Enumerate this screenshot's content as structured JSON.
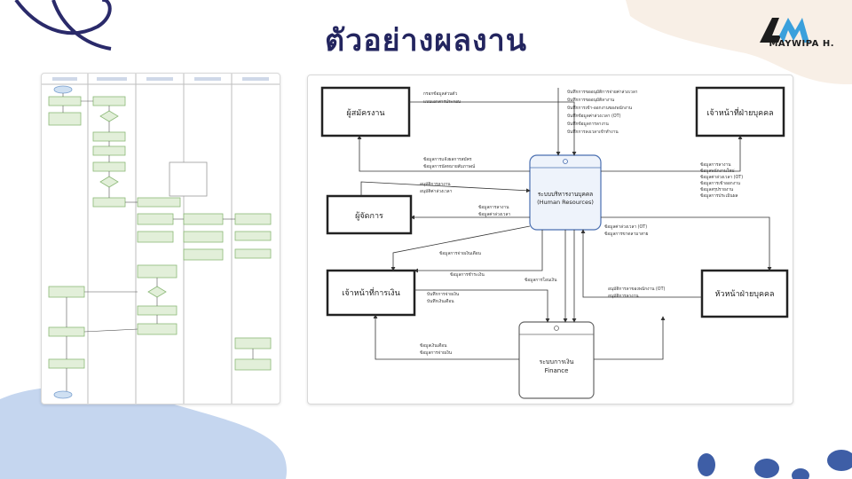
{
  "slide": {
    "title": "ตัวอย่างผลงาน",
    "brand": {
      "name": "MAYWIPA H.",
      "logo": "AM-logo",
      "colors": {
        "dark": "#1c1c1c",
        "accent": "#3aa0dc"
      }
    }
  },
  "colors": {
    "title": "#23255f",
    "blob_peach": "#f8efe6",
    "blob_blue": "#c5d6ef",
    "dots_blue": "#3e5ea6",
    "swoosh": "#2a2a6a",
    "flow_box": "#e2efd9",
    "flow_box_border": "#8cb978"
  },
  "dfd": {
    "center_process": {
      "line1": "ระบบบริหารงานบุคคล",
      "line2": "(Human Resources)"
    },
    "finance_process": {
      "line1": "ระบบการเงิน",
      "line2": "Finance"
    },
    "entities": {
      "top_left": "ผู้สมัครงาน",
      "top_right": "เจ้าหน้าที่ฝ่ายบุคคล",
      "mid_left": "ผู้จัดการ",
      "bottom_left": "เจ้าหน้าที่การเงิน",
      "bottom_right": "หัวหน้าฝ่ายบุคคล"
    },
    "flow_labels": {
      "top_list": [
        "บันทึกการขออนุมัติการจ่ายค่าล่วงเวลา",
        "บันทึกการขออนุมัติลางาน",
        "บันทึกการเข้า-ออกงานของพนักงาน",
        "บันทึกข้อมูลค่าล่วงเวลา (OT)",
        "บันทึกข้อมูลการลางาน",
        "บันทึกการลงเวลาเข้าทำงาน"
      ],
      "applicant_in": [
        "กรอกข้อมูลส่วนตัว",
        "แนบเอกสารประกอบ"
      ],
      "applicant_out": [
        "ข้อมูลการแจ้งผลการสมัคร",
        "ข้อมูลการนัดหมายสัมภาษณ์"
      ],
      "manager_in": [
        "อนุมัติการลางาน",
        "อนุมัติค่าล่วงเวลา"
      ],
      "manager_out": [
        "ข้อมูลการลางาน",
        "ข้อมูลค่าล่วงเวลา"
      ],
      "hr_staff_in": [
        "ข้อมูลการลางาน",
        "ข้อมูลพนักงานใหม่",
        "ข้อมูลค่าล่วงเวลา (OT)",
        "ข้อมูลการเข้าออกงาน",
        "ข้อมูลสรุปรายงาน",
        "ข้อมูลการประเมินผล"
      ],
      "to_finance": [
        "ข้อมูลค่าล่วงเวลา (OT)",
        "ข้อมูลการขาดลามาสาย"
      ],
      "finance_staff_in": [
        "ข้อมูลการจ่ายเงินเดือน"
      ],
      "finance_staff_out": [
        "บันทึกการจ่ายเงิน",
        "บันทึกเงินเดือน"
      ],
      "hr_head_in": [
        "อนุมัติการลาของพนักงาน (OT)",
        "อนุมัติการลางาน"
      ],
      "finance_out": [
        "ข้อมูลเงินเดือน",
        "ข้อมูลการจ่ายเงิน"
      ],
      "finance_to_staff": [
        "ข้อมูลการชำระเงิน",
        "ข้อมูลการโอนเงิน"
      ]
    }
  }
}
